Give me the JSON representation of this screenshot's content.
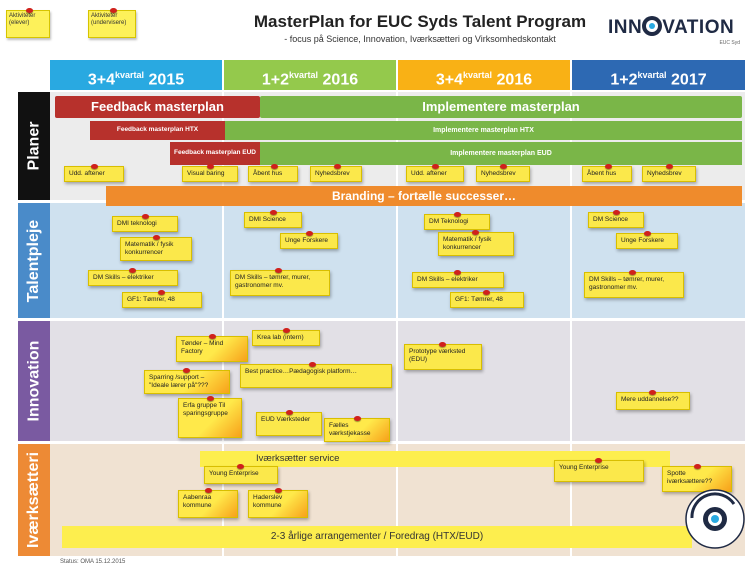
{
  "header": {
    "title": "MasterPlan for EUC Syds Talent Program",
    "subtitle": "- focus på Science, Innovation, Iværksætteri og Virksomhedskontakt",
    "logo_text": "INN VATION",
    "logo_sub": "EUC Syd"
  },
  "legend_notes": [
    {
      "text": "Aktiviteter (elever)"
    },
    {
      "text": "Aktiviteter (undervisere)"
    }
  ],
  "periods": [
    {
      "prefix": "3+4",
      "sup": "kvartal",
      "year": "2015",
      "color": "#29a9e1"
    },
    {
      "prefix": "1+2",
      "sup": "kvartal",
      "year": "2016",
      "color": "#94c94c"
    },
    {
      "prefix": "3+4",
      "sup": "kvartal",
      "year": "2016",
      "color": "#f9b115"
    },
    {
      "prefix": "1+2",
      "sup": "kvartal",
      "year": "2017",
      "color": "#2d69b3"
    }
  ],
  "rows": [
    {
      "label": "Planer",
      "color": "#111111",
      "band": "#ececec"
    },
    {
      "label": "Talentpleje",
      "color": "#4a8bc9",
      "band": "#cfe1ef"
    },
    {
      "label": "Innovation",
      "color": "#7a5aa1",
      "band": "#e2e0e6"
    },
    {
      "label": "Iværksætteri",
      "color": "#ed8a35",
      "band": "#f0e2d2"
    }
  ],
  "bars": {
    "feedback_masterplan": "Feedback masterplan",
    "implementere_masterplan": "Implementere masterplan",
    "feedback_htx": "Feedback masterplan HTX",
    "implementere_htx": "Implementere masterplan HTX",
    "feedback_eud": "Feedback masterplan EUD",
    "implementere_eud": "Implementere masterplan EUD",
    "branding": "Branding – fortælle successer…",
    "ivaerksaetter_service": "Iværksætter service",
    "arrangementer": "2-3 årlige arrangementer / Foredrag (HTX/EUD)"
  },
  "notes": {
    "planer_1": "Udd. aftener",
    "planer_2": "Visual baring",
    "planer_3": "Åbent hus",
    "planer_4": "Nyhedsbrev",
    "planer_5": "Udd. aftener",
    "planer_6": "Nyhedsbrev",
    "planer_7": "Åbent hus",
    "planer_8": "Nyhedsbrev",
    "tp_1": "DMI teknologi",
    "tp_2": "Matematik / fysik konkurrencer",
    "tp_3": "DM Skills – elektriker",
    "tp_4": "GF1: Tømrer, 48",
    "tp_5": "DMI Science",
    "tp_6": "Unge Forskere",
    "tp_7": "DM Skills – tømrer, murer, gastronomer mv.",
    "tp_8": "DM Teknologi",
    "tp_9": "Matematik / fysik konkurrencer",
    "tp_10": "DM Skills – elektriker",
    "tp_11": "GF1: Tømrer, 48",
    "tp_12": "DM Science",
    "tp_13": "Unge Forskere",
    "tp_14": "DM Skills – tømrer, murer, gastronomer mv.",
    "in_1": "Tønder – Mind Factory",
    "in_2": "Krea lab (intern)",
    "in_3": "Sparring /support – \"Ideale lærer på\"???",
    "in_4": "Best practice…Pædagogisk platform…",
    "in_5": "Prototype værksted (EDU)",
    "in_6": "Erfa gruppe Til sparingsgruppe",
    "in_7": "EUD Værksteder",
    "in_8": "Fælles værkstjekasse",
    "in_9": "Mere uddannelse??",
    "iv_1": "Young Enterprise",
    "iv_2": "Aabenraa kommune",
    "iv_3": "Haderslev kommune",
    "iv_4": "Young Enterprise",
    "iv_5": "Spotte iværksættere??"
  },
  "status": "Status: OMA 15.12.2015"
}
